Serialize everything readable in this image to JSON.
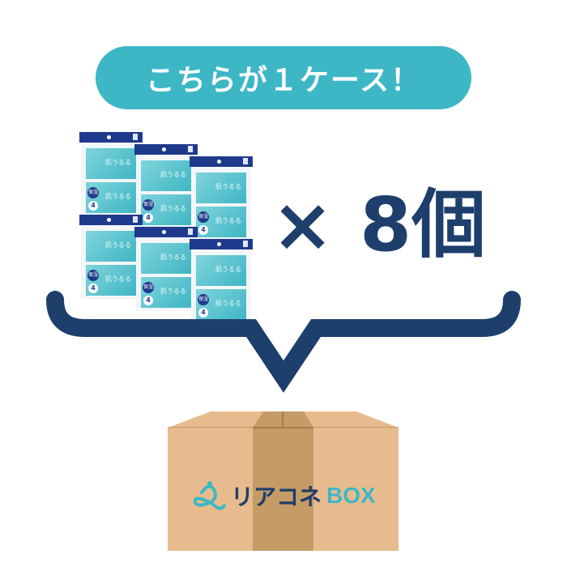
{
  "headline": "こちらが１ケース！",
  "multiplier": "× 8個",
  "product": {
    "name": "肌うるる",
    "badge": "保湿",
    "count": "4",
    "packs_shown": 6
  },
  "box": {
    "logo_ja": "リアコネ",
    "logo_en": "BOX"
  },
  "colors": {
    "accent": "#3db7c6",
    "navy": "#1e3e6c",
    "box": "#e8bb8e",
    "tape": "#c59b66"
  }
}
